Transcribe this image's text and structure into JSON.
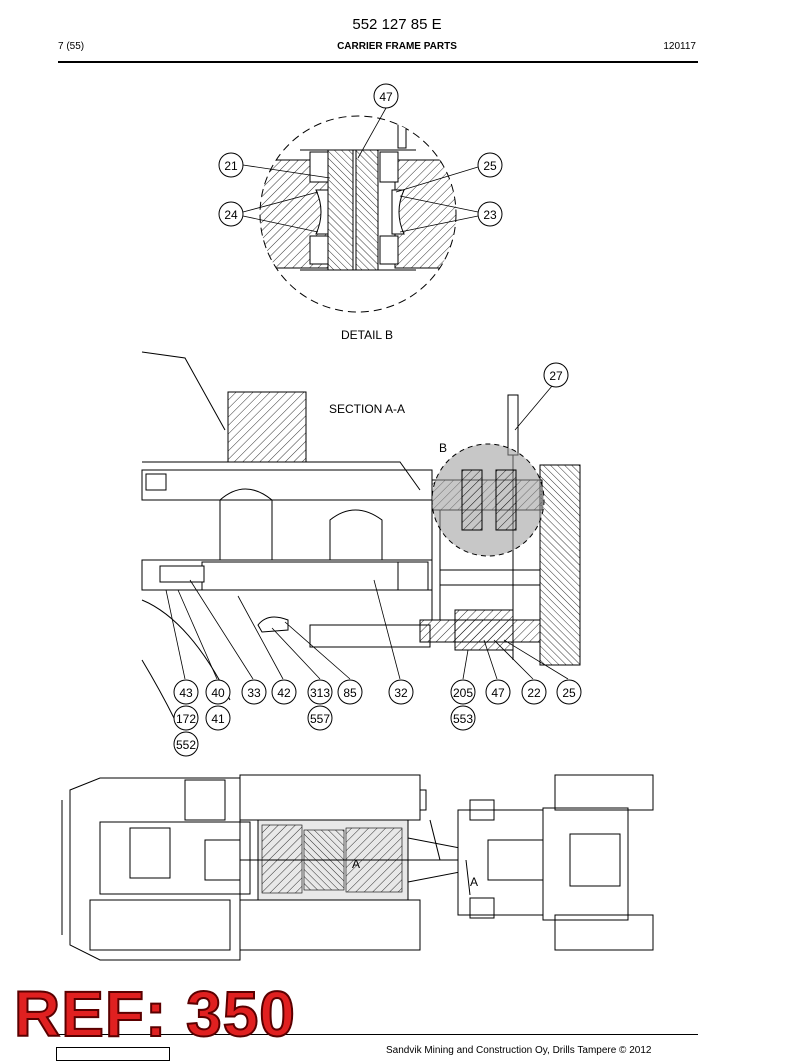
{
  "header": {
    "doc_number": "552 127 85 E",
    "page": "7 (55)",
    "title": "CARRIER FRAME PARTS",
    "date": "120117"
  },
  "detail_b": {
    "label": "DETAIL B",
    "callouts": [
      "47",
      "21",
      "25",
      "24",
      "23"
    ]
  },
  "section_aa": {
    "label": "SECTION A-A",
    "marker_b": "B",
    "callout_top": "27",
    "callouts_row1": [
      "43",
      "40",
      "33",
      "42",
      "313",
      "85",
      "32",
      "205",
      "47",
      "22",
      "25"
    ],
    "callouts_row2": [
      "172",
      "41",
      "557",
      "553"
    ],
    "callouts_row3": [
      "552"
    ]
  },
  "plan_view": {
    "marker_a1": "A",
    "marker_a2": "A"
  },
  "watermark": "REF: 350",
  "footer": {
    "copyright": "Sandvik Mining and Construction Oy, Drills Tampere © 2012"
  }
}
